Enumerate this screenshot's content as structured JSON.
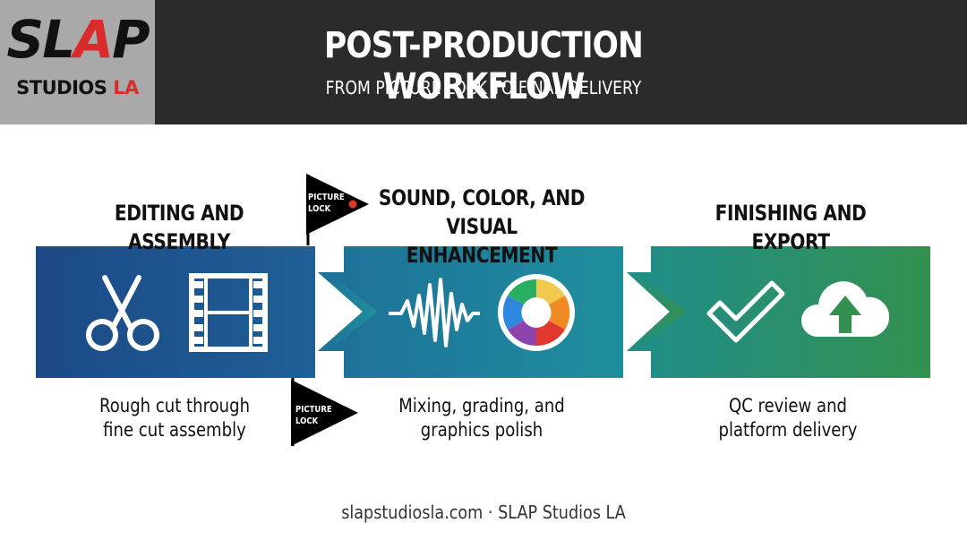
{
  "header": {
    "logo_top": "SLAP",
    "logo_bottom_a": "STUDIOS",
    "logo_bottom_b": "LA",
    "title": "POST-PRODUCTION WORKFLOW",
    "subtitle": "FROM PICTURE LOCK TO FINAL DELIVERY"
  },
  "stages": [
    {
      "title": "EDITING AND ASSEMBLY",
      "desc_line1": "Rough cut through",
      "desc_line2": "fine cut assembly",
      "icons": [
        "scissors-icon",
        "film-strip-icon"
      ],
      "color": "#1e4d8c"
    },
    {
      "title_line1": "SOUND, COLOR, AND",
      "title_line2": "VISUAL ENHANCEMENT",
      "desc_line1": "Mixing, grading, and",
      "desc_line2": "graphics polish",
      "icons": [
        "waveform-icon",
        "color-wheel-icon"
      ],
      "color": "#1f8a9e"
    },
    {
      "title": "FINISHING AND EXPORT",
      "desc_line1": "QC review and",
      "desc_line2": "platform delivery",
      "icons": [
        "checkmark-icon",
        "cloud-upload-icon"
      ],
      "color": "#2d8a52"
    }
  ],
  "flags": {
    "top_line1": "PICTURE",
    "top_line2": "LOCK",
    "bottom_line1": "PICTURE",
    "bottom_line2": "LOCK"
  },
  "footer": "slapstudiosla.com · SLAP Studios LA"
}
